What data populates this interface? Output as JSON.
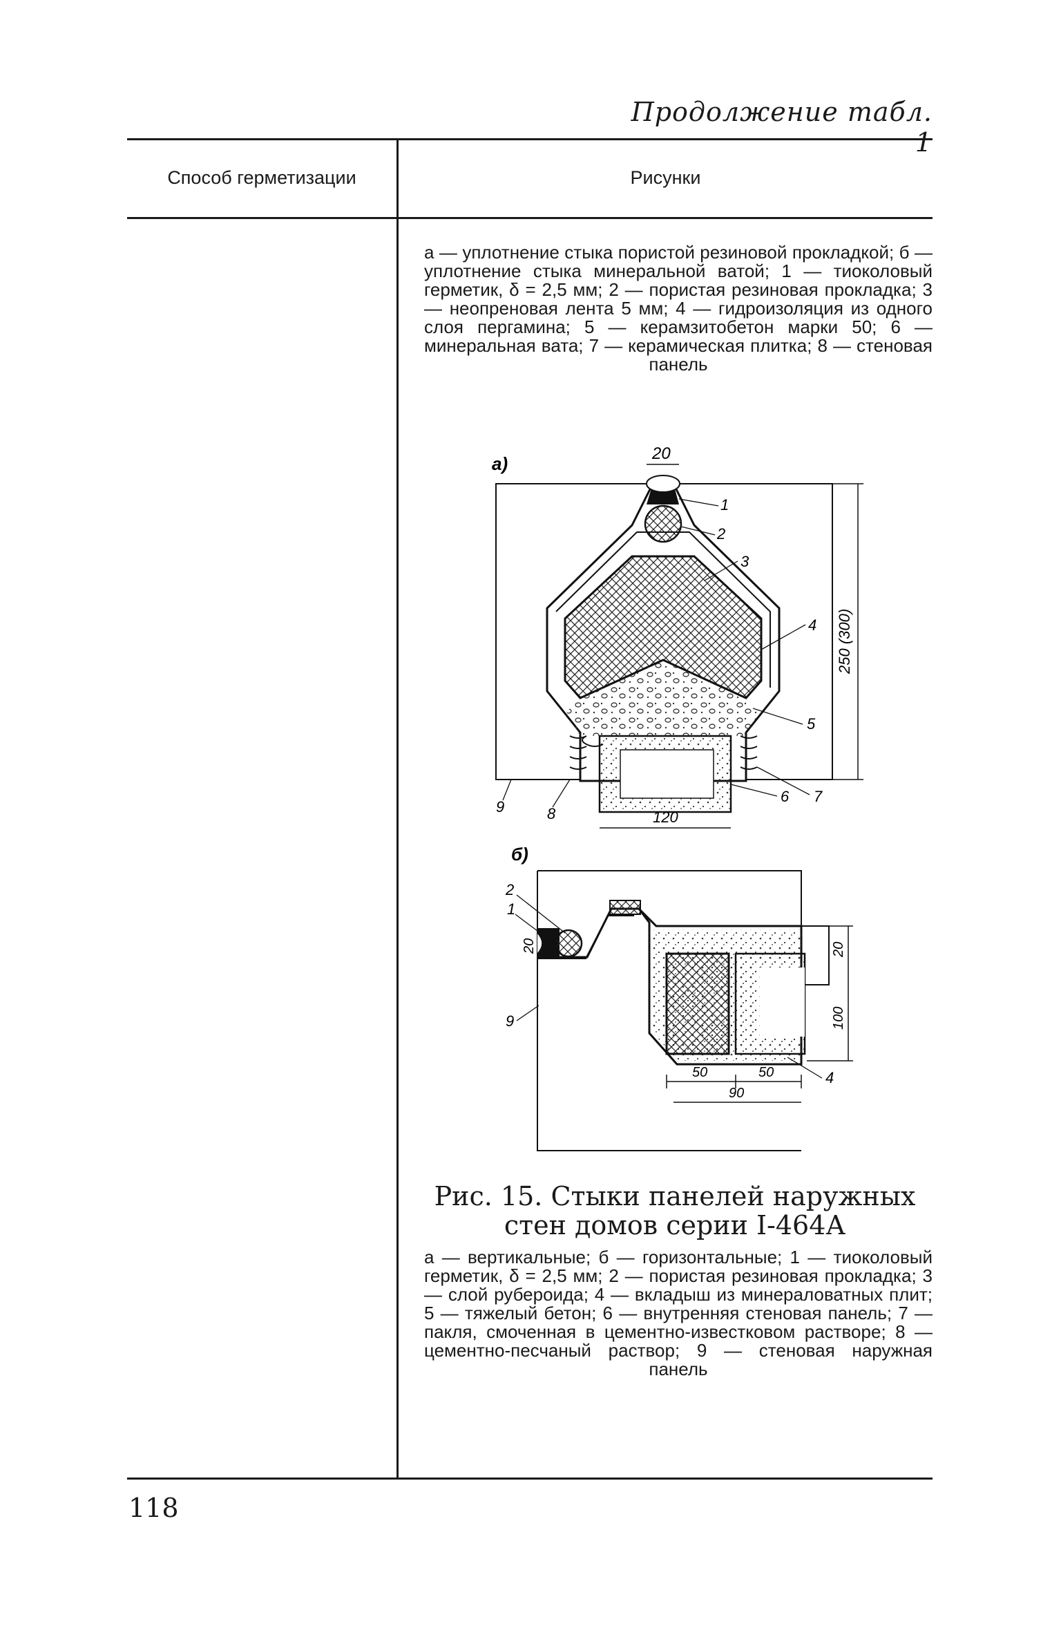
{
  "header": {
    "continuation": "Продолжение табл. 1"
  },
  "table": {
    "col1_header": "Способ герметизации",
    "col2_header": "Рисунки"
  },
  "legend_prev": "а — уплотнение стыка пористой резиновой прокладкой; б — уплотнение стыка минеральной ватой; 1 — тиоколовый герметик, δ = 2,5 мм; 2 — пористая резиновая прокладка; 3 — неопреновая лента 5 мм; 4 — гидроизоляция из одного слоя пергамина; 5 — керамзитобетон марки 50; 6 — минеральная вата; 7 — керамическая плитка; 8 — стеновая панель",
  "figure_a": {
    "label": "а)",
    "dims": {
      "top": "20",
      "height": "250 (300)",
      "bottom": "120"
    },
    "callouts": [
      "1",
      "2",
      "3",
      "4",
      "5",
      "6",
      "7",
      "8",
      "9"
    ]
  },
  "figure_b": {
    "label": "б)",
    "dims": {
      "left": "20",
      "right_top": "20",
      "right": "100",
      "bottom_a": "50",
      "bottom_b": "50",
      "bottom_total": "90"
    },
    "callouts": [
      "1",
      "2",
      "4",
      "9"
    ]
  },
  "figure_title": "Рис. 15. Стыки панелей наружных стен домов серии I-464А",
  "figure_legend": "а — вертикальные; б — горизонтальные; 1 — тиоколовый герметик, δ = 2,5 мм; 2 — пористая резиновая прокладка; 3 — слой рубероида; 4 — вкладыш из минераловатных плит; 5 — тяжелый бетон; 6 — внутренняя стеновая панель; 7 — пакля, смоченная в цементно-известковом растворе; 8 — цементно-песчаный раствор; 9 — стеновая наружная панель",
  "page_number": "118"
}
